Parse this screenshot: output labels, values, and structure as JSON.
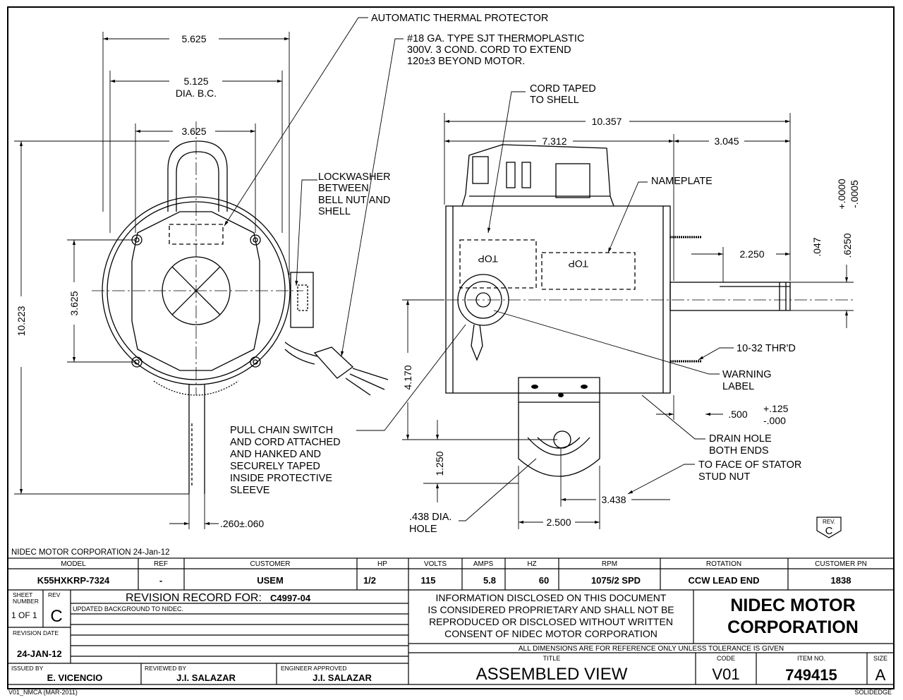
{
  "notes": {
    "thermal": "AUTOMATIC THERMAL PROTECTOR",
    "cord": [
      "#18 GA. TYPE SJT THERMOPLASTIC",
      "300V. 3 COND. CORD TO EXTEND",
      "120±3 BEYOND MOTOR."
    ],
    "cord_taped": [
      "CORD TAPED",
      "TO SHELL"
    ],
    "lockwasher": [
      "LOCKWASHER",
      "BETWEEN",
      "BELL NUT AND",
      "SHELL"
    ],
    "nameplate": "NAMEPLATE",
    "thread": "10-32 THR'D",
    "warning": [
      "WARNING",
      "LABEL"
    ],
    "drain": [
      "DRAIN HOLE",
      "BOTH ENDS"
    ],
    "stator": [
      "TO FACE OF STATOR",
      "STUD NUT"
    ],
    "pullchain": [
      "PULL CHAIN SWITCH",
      "AND CORD ATTACHED",
      "AND HANKED AND",
      "SECURELY TAPED",
      "INSIDE PROTECTIVE",
      "SLEEVE"
    ],
    "hole": [
      ".438 DIA.",
      "HOLE"
    ],
    "top_mark": "TOP"
  },
  "dims": {
    "d5625": "5.625",
    "d5125": "5.125",
    "dia_bc": "DIA. B.C.",
    "d3625_top": "3.625",
    "d3625_side": "3.625",
    "d10223": "10.223",
    "d260": ".260±.060",
    "d10357": "10.357",
    "d7312": "7.312",
    "d3045": "3.045",
    "d2250": "2.250",
    "d047": ".047",
    "d6250": ".6250",
    "tol_plus": "+.0000",
    "tol_minus": "-.0005",
    "d4170": "4.170",
    "d500": ".500",
    "tol2_plus": "+.125",
    "tol2_minus": "-.000",
    "d1250": "1.250",
    "d3438": "3.438",
    "d2500": "2.500"
  },
  "rev_badge": {
    "label": "REV.",
    "value": "C"
  },
  "title_block": {
    "company_date": "NIDEC MOTOR CORPORATION 24-Jan-12",
    "headers": [
      "MODEL",
      "REF",
      "CUSTOMER",
      "HP",
      "VOLTS",
      "AMPS",
      "HZ",
      "RPM",
      "ROTATION",
      "CUSTOMER PN"
    ],
    "values": [
      "K55HXKRP-7324",
      "-",
      "USEM",
      "1/2",
      "115",
      "5.8",
      "60",
      "1075/2 SPD",
      "CCW LEAD END",
      "1838"
    ],
    "sheet_label": [
      "SHEET",
      "NUMBER"
    ],
    "sheet_value": "1 OF 1",
    "rev_label": "REV",
    "rev_value": "C",
    "revision_record": "REVISION RECORD FOR:",
    "revision_number": "C4997-04",
    "revision_note": "UPDATED BACKGROUND TO NIDEC.",
    "revision_date_label": "REVISION DATE",
    "revision_date": "24-JAN-12",
    "proprietary": [
      "INFORMATION DISCLOSED ON THIS DOCUMENT",
      "IS CONSIDERED PROPRIETARY AND SHALL NOT BE",
      "REPRODUCED OR DISCLOSED WITHOUT WRITTEN",
      "CONSENT OF NIDEC MOTOR CORPORATION"
    ],
    "company": [
      "NIDEC MOTOR",
      "CORPORATION"
    ],
    "dimension_note": "ALL DIMENSIONS ARE FOR REFERENCE ONLY UNLESS TOLERANCE IS GIVEN",
    "issued_by_label": "ISSUED BY",
    "issued_by": "E. VICENCIO",
    "reviewed_by_label": "REVIEWED BY",
    "reviewed_by": "J.I. SALAZAR",
    "engineer_label": "ENGINEER APPROVED",
    "engineer": "J.I. SALAZAR",
    "title_label": "TITLE",
    "title": "ASSEMBLED VIEW",
    "code_label": "CODE",
    "code": "V01",
    "item_label": "ITEM NO.",
    "item": "749415",
    "size_label": "SIZE",
    "size": "A",
    "footer_left": "V01_NMCA (MAR-2011)",
    "footer_right": "SOLIDEDGE"
  }
}
